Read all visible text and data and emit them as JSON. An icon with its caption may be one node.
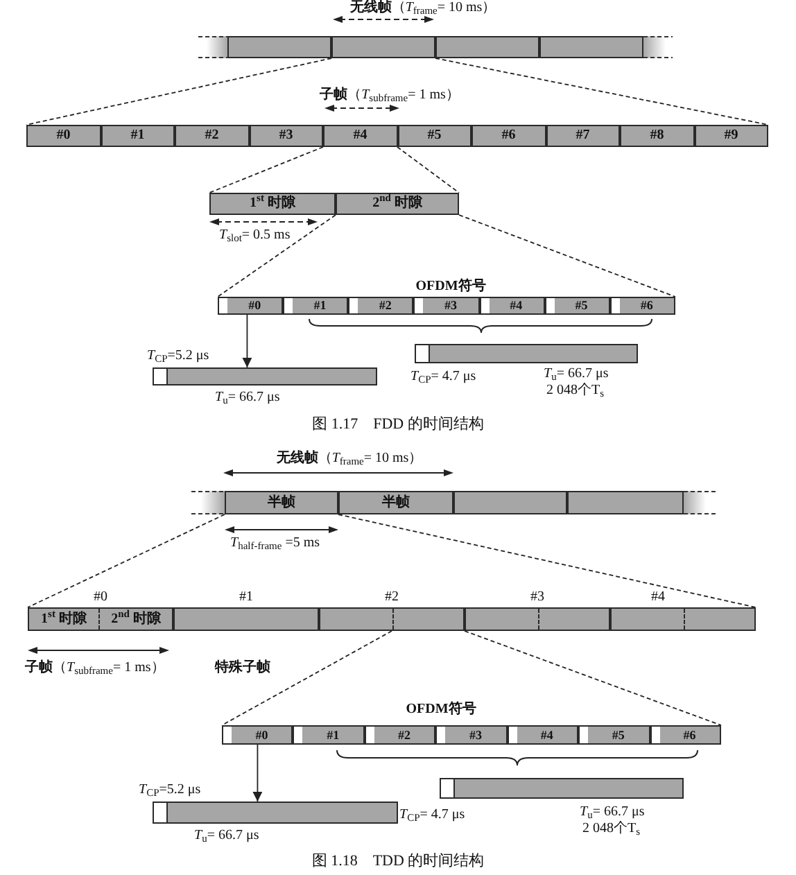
{
  "diagram": {
    "nodes": [
      {
        "text": [],
        "shape": "box"
      },
      {
        "text": [],
        "shape": "box"
      },
      {
        "text": [],
        "shape": "box"
      },
      {
        "text": [],
        "shape": "box"
      },
      {
        "text": [
          "#0"
        ]
      },
      {
        "text": [
          "#1"
        ]
      },
      {
        "text": [
          "#2"
        ]
      },
      {
        "text": [
          "#3"
        ]
      },
      {
        "text": [
          "#4"
        ]
      },
      {
        "text": [
          "#5"
        ]
      },
      {
        "text": [
          "#6"
        ]
      },
      {
        "text": [
          "#7"
        ]
      },
      {
        "text": [
          "#8"
        ]
      },
      {
        "text": [
          "#9"
        ]
      },
      {
        "text": [
          "1$^{st}$ 时隙"
        ]
      },
      {
        "text": [
          "2$^{nd}$ 时隙"
        ]
      },
      {
        "text": [
          "#0"
        ]
      },
      {
        "text": [
          "#1"
        ]
      },
      {
        "text": [
          "#2"
        ]
      },
      {
        "text": [
          "#3"
        ]
      },
      {
        "text": [
          "#4"
        ]
      },
      {
        "text": [
          "#5"
        ]
      },
      {
        "text": [
          "#6"
        ]
      },
      {
        "text": [],
        "shape": "bar",
        "beside": [
          "*T*$_{CP}$=5.2 μs",
          "*T*$_{u}$= 66.7 μs"
        ]
      },
      {
        "text": [],
        "shape": "bar",
        "beside": [
          "*T*$_{CP}$= 4.7 μs",
          "*T*$_{u}$= 66.7 μs",
          "2 048个T$_{s}$"
        ]
      },
      {
        "text": [
          "半帧"
        ]
      },
      {
        "text": [
          "半帧"
        ]
      },
      {
        "text": [],
        "shape": "box"
      },
      {
        "text": [],
        "shape": "box"
      },
      {
        "text": [
          "#0"
        ]
      },
      {
        "text": [
          "1$^{st}$ 时隙"
        ],
        "in": 29
      },
      {
        "text": [
          "2$^{nd}$ 时隙"
        ],
        "in": 29
      },
      {
        "text": [
          "#1"
        ],
        "beside": [
          "特殊子帧"
        ]
      },
      {
        "text": [
          "#2"
        ]
      },
      {
        "text": [
          "#3"
        ]
      },
      {
        "text": [
          "#4"
        ]
      },
      {
        "text": [
          "#0"
        ]
      },
      {
        "text": [
          "#1"
        ]
      },
      {
        "text": [
          "#2"
        ]
      },
      {
        "text": [
          "#3"
        ]
      },
      {
        "text": [
          "#4"
        ]
      },
      {
        "text": [
          "#5"
        ]
      },
      {
        "text": [
          "#6"
        ]
      },
      {
        "text": [],
        "shape": "bar",
        "beside": [
          "*T*$_{CP}$=5.2 μs",
          "*T*$_{u}$= 66.7 μs"
        ]
      },
      {
        "text": [],
        "shape": "bar",
        "beside": [
          "*T*$_{CP}$= 4.7 μs",
          "*T*$_{u}$= 66.7 μs",
          "2 048个T$_{s}$"
        ]
      }
    ],
    "edges": [
      {
        "from": 1,
        "to": 4,
        "arrow": "none",
        "style": "dashed"
      },
      {
        "from": 1,
        "to": 13,
        "arrow": "none",
        "style": "dashed"
      },
      {
        "from": 8,
        "to": 14,
        "arrow": "none",
        "style": "dashed"
      },
      {
        "from": 8,
        "to": 15,
        "arrow": "none",
        "style": "dashed"
      },
      {
        "from": 15,
        "to": 16,
        "arrow": "none",
        "style": "dashed"
      },
      {
        "from": 15,
        "to": 22,
        "arrow": "none",
        "style": "dashed"
      },
      {
        "from": 16,
        "to": 23,
        "arrow": "to"
      },
      {
        "from": 25,
        "to": 29,
        "arrow": "none",
        "style": "dashed"
      },
      {
        "from": 25,
        "to": 35,
        "arrow": "none",
        "style": "dashed"
      },
      {
        "from": 33,
        "to": 36,
        "arrow": "none",
        "style": "dashed"
      },
      {
        "from": 33,
        "to": 42,
        "arrow": "none",
        "style": "dashed"
      },
      {
        "from": 36,
        "to": 43,
        "arrow": "to"
      }
    ],
    "labels": [
      "**无线帧**（*T*$_{frame}$= 10 ms）",
      "**子帧**（*T*$_{subframe}$= 1 ms）",
      "*T*$_{slot}$= 0.5 ms",
      "OFDM符号",
      "图 1.17　FDD 的时间结构",
      "**无线帧**（*T*$_{frame}$= 10 ms）",
      "*T*$_{half-frame}$ =5 ms",
      "**子帧**（*T*$_{subframe}$= 1 ms）",
      "OFDM符号",
      "图 1.18　TDD 的时间结构"
    ]
  }
}
